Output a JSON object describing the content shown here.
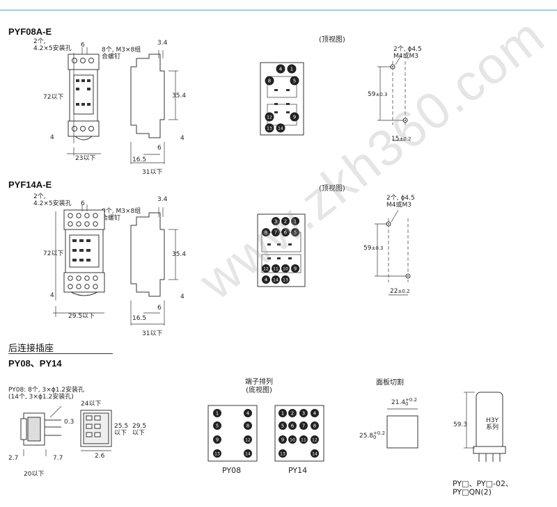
{
  "watermark": "www.zkh360.com",
  "pyf08": {
    "title": "PYF08A-E",
    "hole_note": "2个,\n4.2×5安装孔",
    "screw_note": "8个, M3×8组\n合螺钉",
    "dim_6": "6",
    "dim_3_4": "3.4",
    "dim_72": "72以下",
    "dim_35_4": "35.4",
    "dim_4a": "4",
    "dim_4b": "4",
    "dim_6b": "6",
    "dim_23": "23以下",
    "dim_16_5": "16.5",
    "dim_31": "31以下",
    "top_view": "(顶视图)",
    "mount_note": "2个, ϕ4.5\nM4或M3",
    "dim_59": "59",
    "dim_59_tol": "±0.3",
    "dim_15": "15",
    "dim_15_tol": "±0.2",
    "pins": [
      "4",
      "1",
      "8",
      "5",
      "12",
      "9",
      "13",
      "14"
    ]
  },
  "pyf14": {
    "title": "PYF14A-E",
    "hole_note": "2个,\n4.2×5安装孔",
    "screw_note": "8个, M3×8组\n合螺钉",
    "dim_6": "6",
    "dim_3_4": "3.4",
    "dim_72": "72以下",
    "dim_35_4": "35.4",
    "dim_4a": "4",
    "dim_4b": "4",
    "dim_6b": "6",
    "dim_29_5": "29.5以下",
    "dim_16_5": "16.5",
    "dim_31": "31以下",
    "top_view": "(顶视图)",
    "mount_note": "2个, ϕ4.5\nM4或M3",
    "dim_59": "59",
    "dim_59_tol": "±0.3",
    "dim_22": "22",
    "dim_22_tol": "±0.2",
    "pins": [
      "3",
      "2",
      "1",
      "8",
      "7",
      "6",
      "5",
      "12",
      "11",
      "10",
      "9",
      "4",
      "14",
      "13"
    ]
  },
  "rear": {
    "section_title": "后连接插座",
    "models": "PY08、PY14",
    "hole_note": "PY08: 8个, 3×ϕ1.2安装孔\n(14个, 3×ϕ1.2安装孔)",
    "dim_24": "24以下",
    "dim_0_3": "0.3",
    "dim_25_5": "25.5\n以下",
    "dim_29_5": "29.5\n以下",
    "dim_2_6": "2.6",
    "dim_2_7": "2.7",
    "dim_7_7": "7.7",
    "dim_20": "20以下",
    "terminal_title": "端子排列\n(底视图)",
    "py08_label": "PY08",
    "py14_label": "PY14",
    "py08_pins": [
      "1",
      "4",
      "5",
      "8",
      "9",
      "12",
      "13",
      "14"
    ],
    "py14_pins": [
      "1",
      "2",
      "3",
      "4",
      "5",
      "6",
      "7",
      "8",
      "9",
      "10",
      "11",
      "12",
      "13",
      "14"
    ],
    "panel_cut_title": "面板切割",
    "cut_w": "21.4",
    "cut_w_tol": "+0.2\n0",
    "cut_h": "25.8",
    "cut_h_tol": "+0.2\n0",
    "h3y_label": "H3Y\n系列",
    "dim_59_3": "59.3",
    "bottom_models": "PY□、PY□-02、\nPY□QN(2)"
  }
}
